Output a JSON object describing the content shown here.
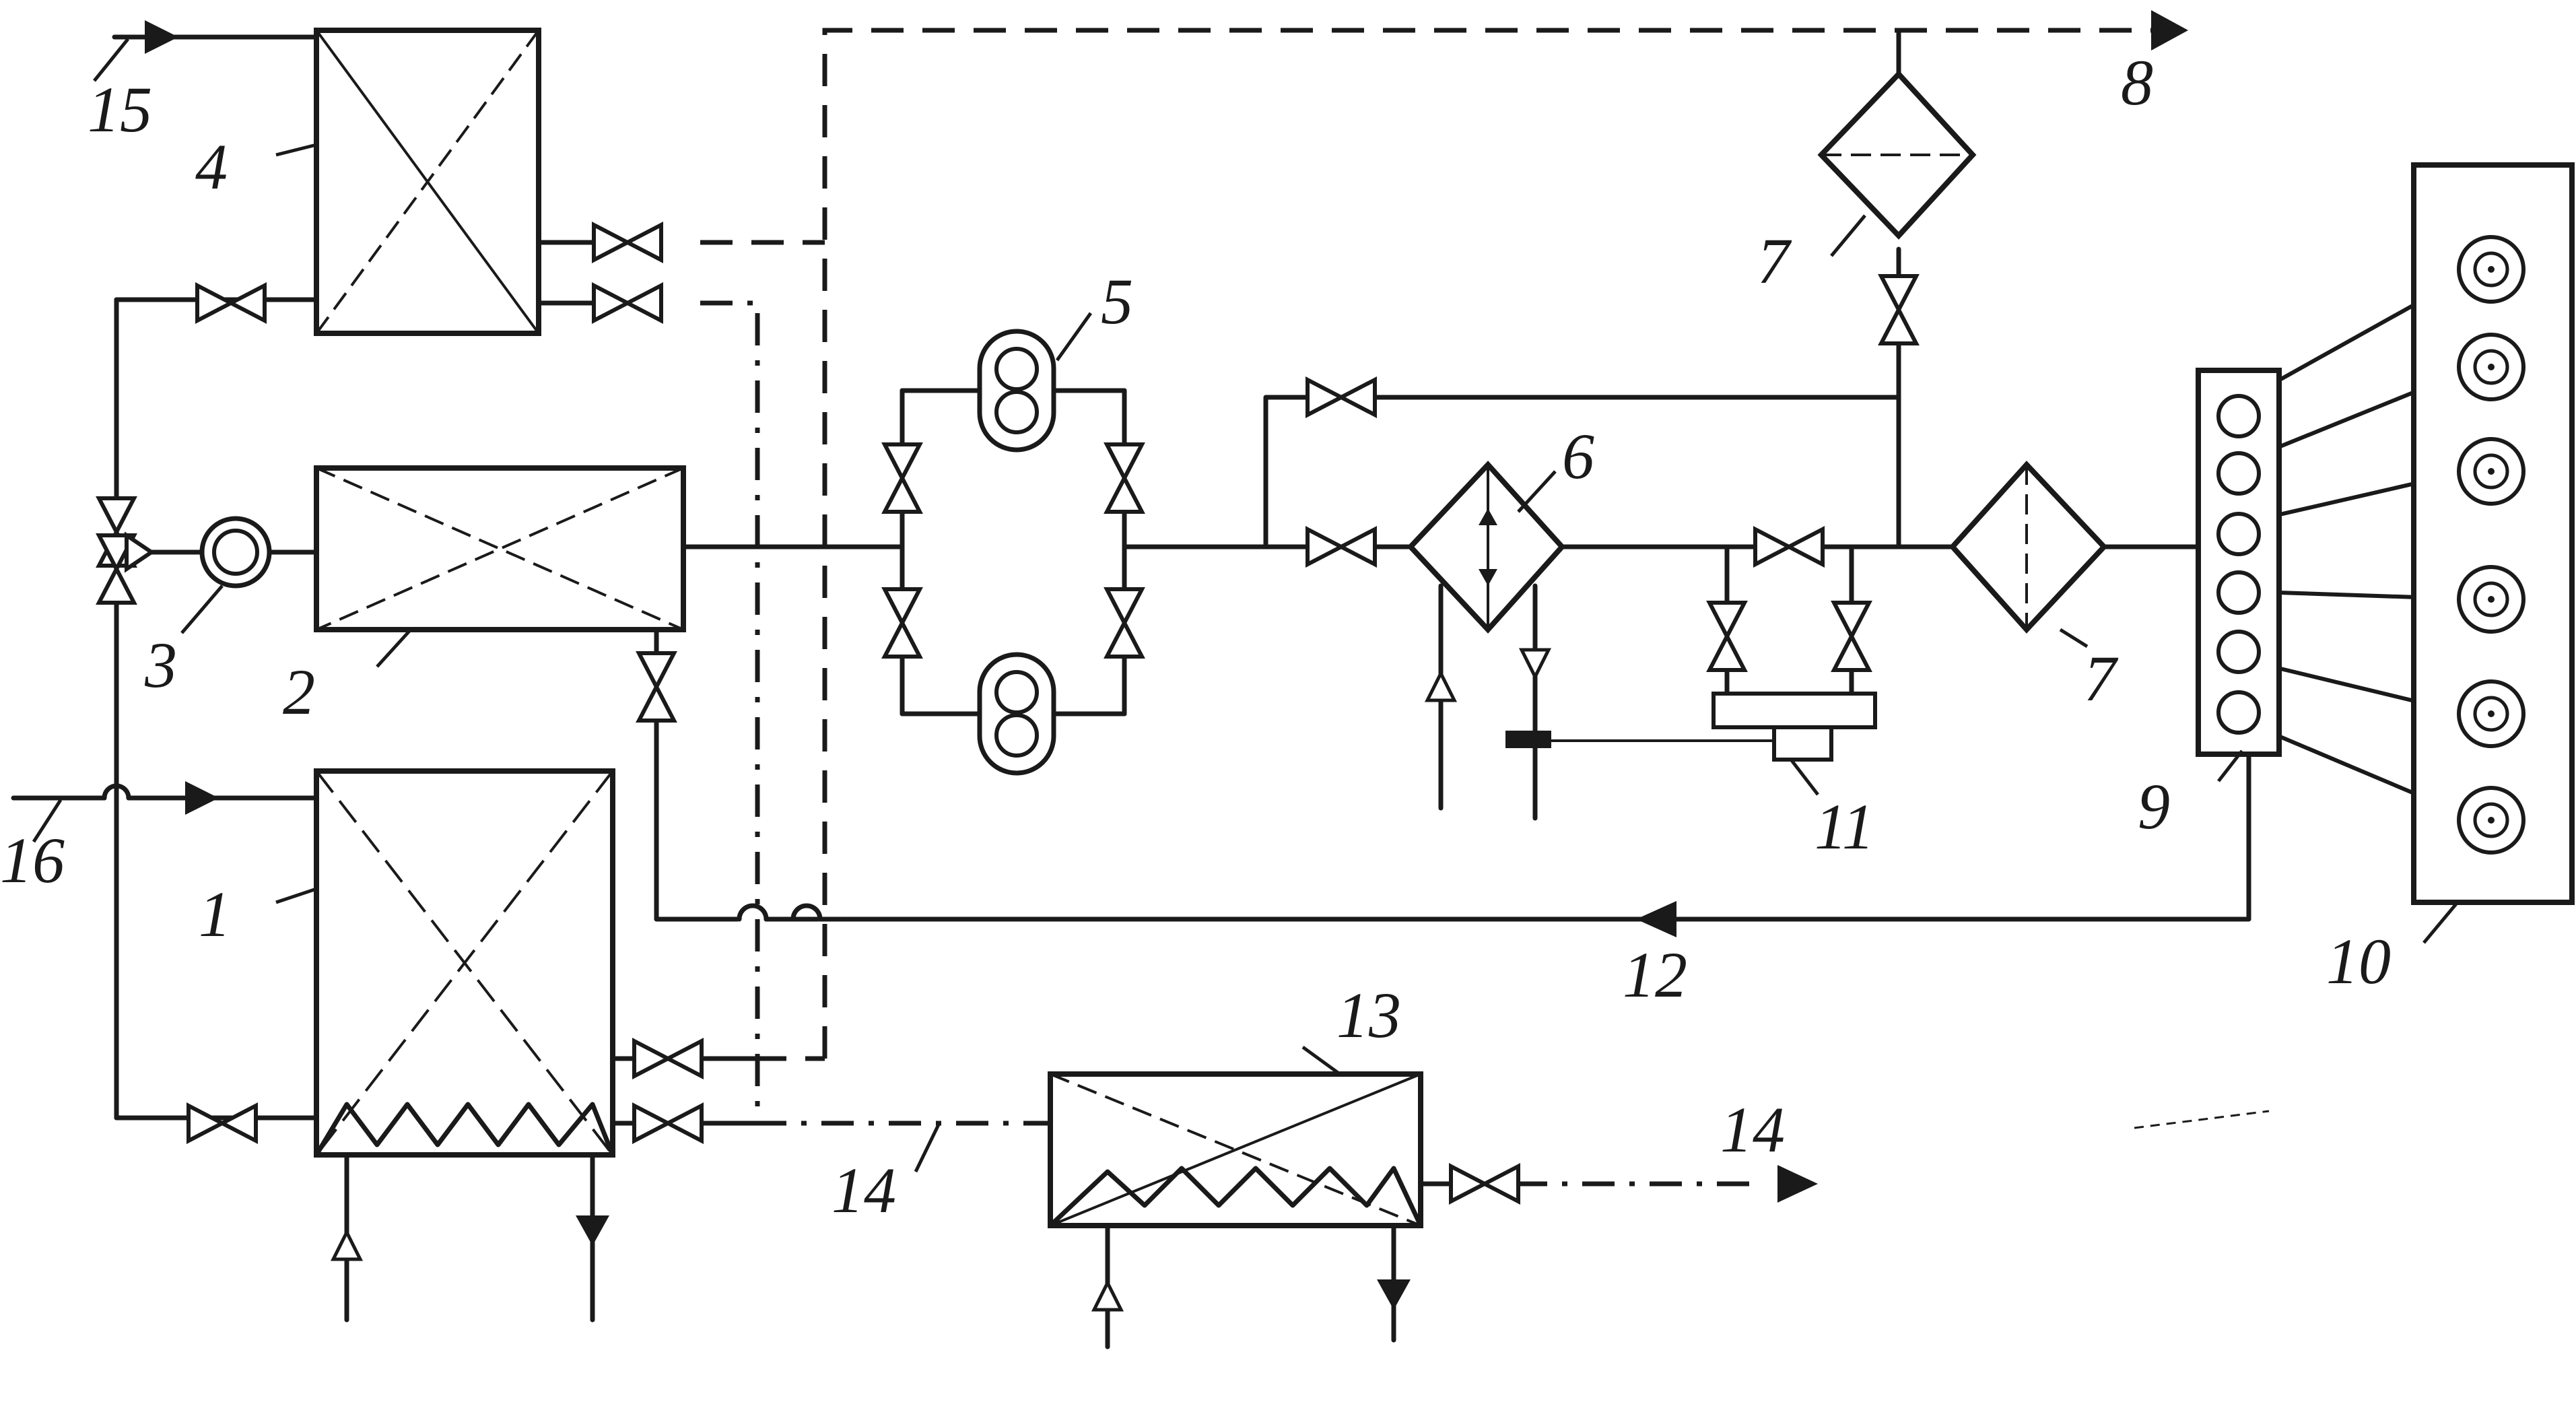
{
  "labels": {
    "l1": "1",
    "l2": "2",
    "l3": "3",
    "l4": "4",
    "l5": "5",
    "l6": "6",
    "l7a": "7",
    "l7b": "7",
    "l8": "8",
    "l9": "9",
    "l10": "10",
    "l11": "11",
    "l12": "12",
    "l13": "13",
    "l14a": "14",
    "l14b": "14",
    "l15": "15",
    "l16": "16"
  },
  "icons": {
    "valve": "valve-icon",
    "pump": "pump-icon",
    "filter": "filter-icon",
    "heat_exchanger": "heat-exchanger-icon",
    "flow_arrow": "flow-arrow-icon",
    "burner": "burner-icon"
  },
  "colors": {
    "ink": "#1a1a1a",
    "paper": "#ffffff"
  }
}
